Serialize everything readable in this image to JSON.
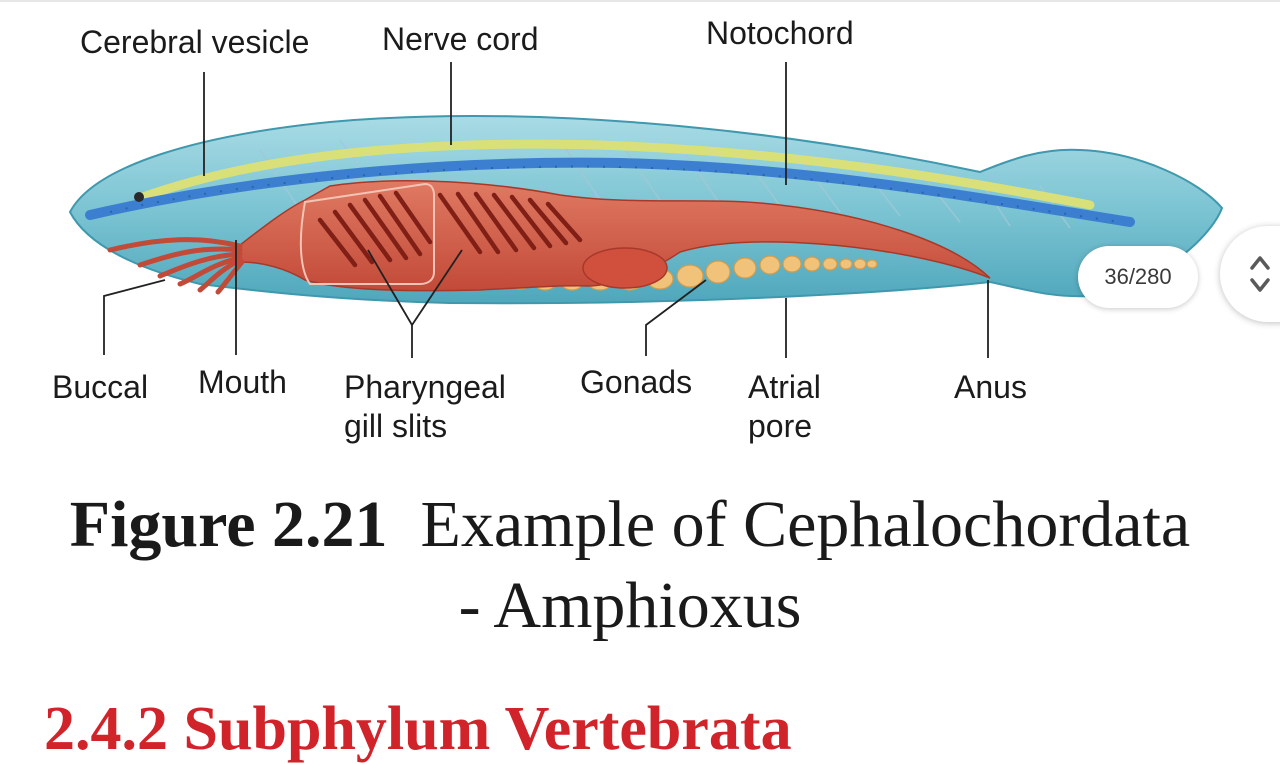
{
  "diagram": {
    "labels": {
      "cerebral_vesicle": "Cerebral vesicle",
      "nerve_cord": "Nerve cord",
      "notochord": "Notochord",
      "buccal": "Buccal",
      "mouth": "Mouth",
      "pharyngeal_line1": "Pharyngeal",
      "pharyngeal_line2": "gill slits",
      "gonads": "Gonads",
      "atrial_line1": "Atrial",
      "atrial_line2": "pore",
      "anus": "Anus"
    }
  },
  "caption": {
    "figure_number": "Figure 2.21",
    "title_line1": "Example of Cephalochordata",
    "title_line2": "- Amphioxus"
  },
  "pager": {
    "text": "36/280"
  },
  "next_section": {
    "heading": "2.4.2 Subphylum Vertebrata"
  },
  "colors": {
    "body": "#7cc9d6",
    "nerve_cord": "#d9e07a",
    "notochord": "#3c7fd0",
    "gut": "#d65c47",
    "gonads": "#f0c27a",
    "heading": "#d0232a"
  }
}
